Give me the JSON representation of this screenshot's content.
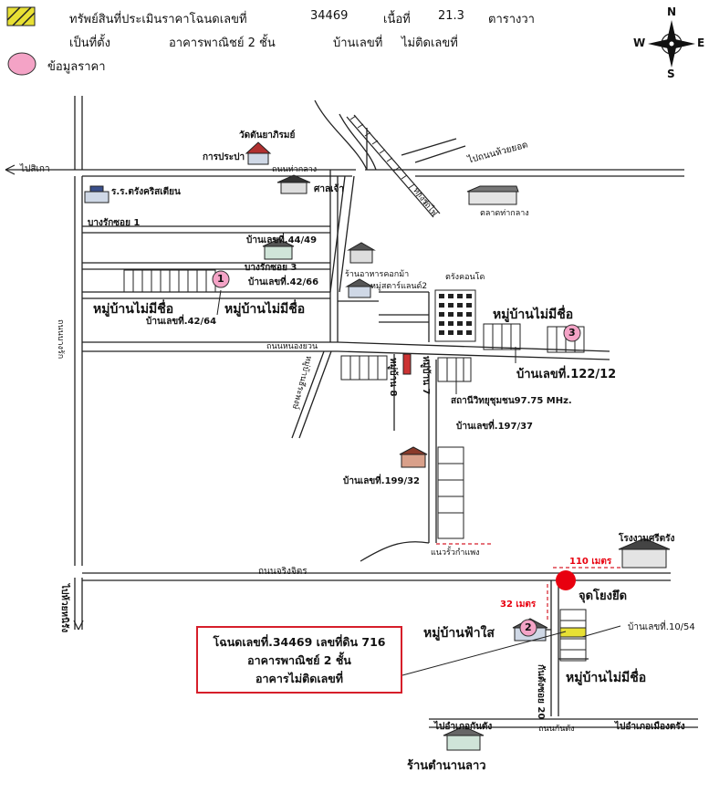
{
  "legend": {
    "asset_label": "ทรัพย์สินที่ประเมินราคาโฉนดเลขที่",
    "deed_number": "34469",
    "area_label": "เนื้อที่",
    "area_value": "21.3",
    "area_unit": "ตารางวา",
    "location_label": "เป็นที่ตั้ง",
    "location_value": "อาคารพาณิชย์ 2 ชั้น",
    "house_no_label": "บ้านเลขที่",
    "house_no_value": "ไม่ติดเลขที่",
    "price_label": "ข้อมูลราคา",
    "asset_color": "#e8e034",
    "price_color": "#f4a3c6"
  },
  "compass": {
    "n": "N",
    "s": "S",
    "e": "E",
    "w": "W"
  },
  "labels": {
    "to_si_kao": "ไปสิเกา",
    "wat": "วัดตันยาภิรมย์",
    "pra_pa": "การประปา",
    "road_huai_yot": "ไปถนนห้วยยอด",
    "road_tha_klang": "ถนนท่ากลาง",
    "school": "ร.ร.ตรังคริสเตียน",
    "shrine": "ศาลเจ้า",
    "market": "ตลาดท่ากลาง",
    "railway": "ทางรถไฟ",
    "soi1": "บางรักซอย 1",
    "house_44_49": "บ้านเลขที่.44/49",
    "soi3": "บางรักซอย 3",
    "house_42_66": "บ้านเลขที่.42/66",
    "restaurant": "ร้านอาหารคอกม้า",
    "village_star": "หมู่สตาร์แลนด์2",
    "trang_condo": "ตรังคอนโด",
    "no_name_1": "หมู่บ้านไม่มีชื่อ",
    "no_name_2": "หมู่บ้านไม่มีชื่อ",
    "house_42_64": "บ้านเลขที่.42/64",
    "no_name_3": "หมู่บ้านไม่มีชื่อ",
    "road_bang_rak": "ถนนบางรัก",
    "road_nong_yuan": "ถนนหนองยวน",
    "village_teerapong": "หมู่บ้านธีระพงษ์",
    "soi8": "หมู่บ้าน 8",
    "soi7": "หมู่บ้าน 7",
    "house_122_12": "บ้านเลขที่.122/12",
    "radio": "สถานีวิทยุชุมชน97.75 MHz.",
    "house_197_37": "บ้านเลขที่.197/37",
    "house_199_32": "บ้านเลขที่.199/32",
    "wall_road": "แนวรั้วกำแพง",
    "factory": "โรงงานศรีตรัง",
    "dist_110": "110 เมตร",
    "road_jarin": "ถนนจริงจิตร",
    "landmark": "จุดโยงยึด",
    "dist_32": "32 เมตร",
    "to_huai_rin": "ไปห้วยหนิรัง",
    "village_fa_sai": "หมู่บ้านฟ้าใส",
    "house_10_54": "บ้านเลขที่.10/54",
    "no_name_4": "หมู่บ้านไม่มีชื่อ",
    "soi20": "กันตังซอย 20",
    "to_kantang": "ไปอำเภอกันตัง",
    "road_kantang": "ถนนกันตัง",
    "to_mueang_trang": "ไปอำเภอเมืองตรัง",
    "shop_tamnan": "ร้านตำนานลาว",
    "marker1": "1",
    "marker2": "2",
    "marker3": "3"
  },
  "callout": {
    "line1": "โฉนดเลขที่.34469 เลขที่ดิน 716",
    "line2": "อาคารพาณิชย์ 2 ชั้น",
    "line3": "อาคารไม่ติดเลขที่"
  }
}
